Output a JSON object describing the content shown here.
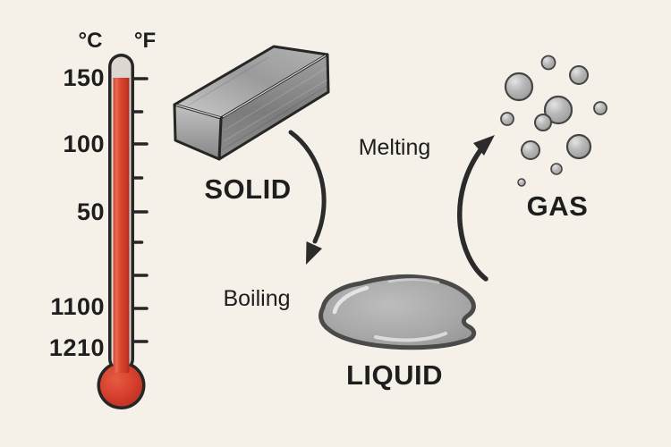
{
  "colors": {
    "background": "#f5f1e8",
    "outline": "#262626",
    "mercury_red": "#d8402e",
    "metal_gray": "#9a9a9a",
    "text": "#1e1e1e"
  },
  "thermometer": {
    "celsius_unit": "°C",
    "fahrenheit_unit": "°F",
    "scale_labels": [
      "150",
      "100",
      "50",
      "1100",
      "1210"
    ]
  },
  "states": {
    "solid": {
      "label": "SOLID"
    },
    "liquid": {
      "label": "LIQUID"
    },
    "gas": {
      "label": "GAS"
    }
  },
  "transitions": {
    "melting": {
      "label": "Melting"
    },
    "boiling": {
      "label": "Boiling"
    }
  }
}
